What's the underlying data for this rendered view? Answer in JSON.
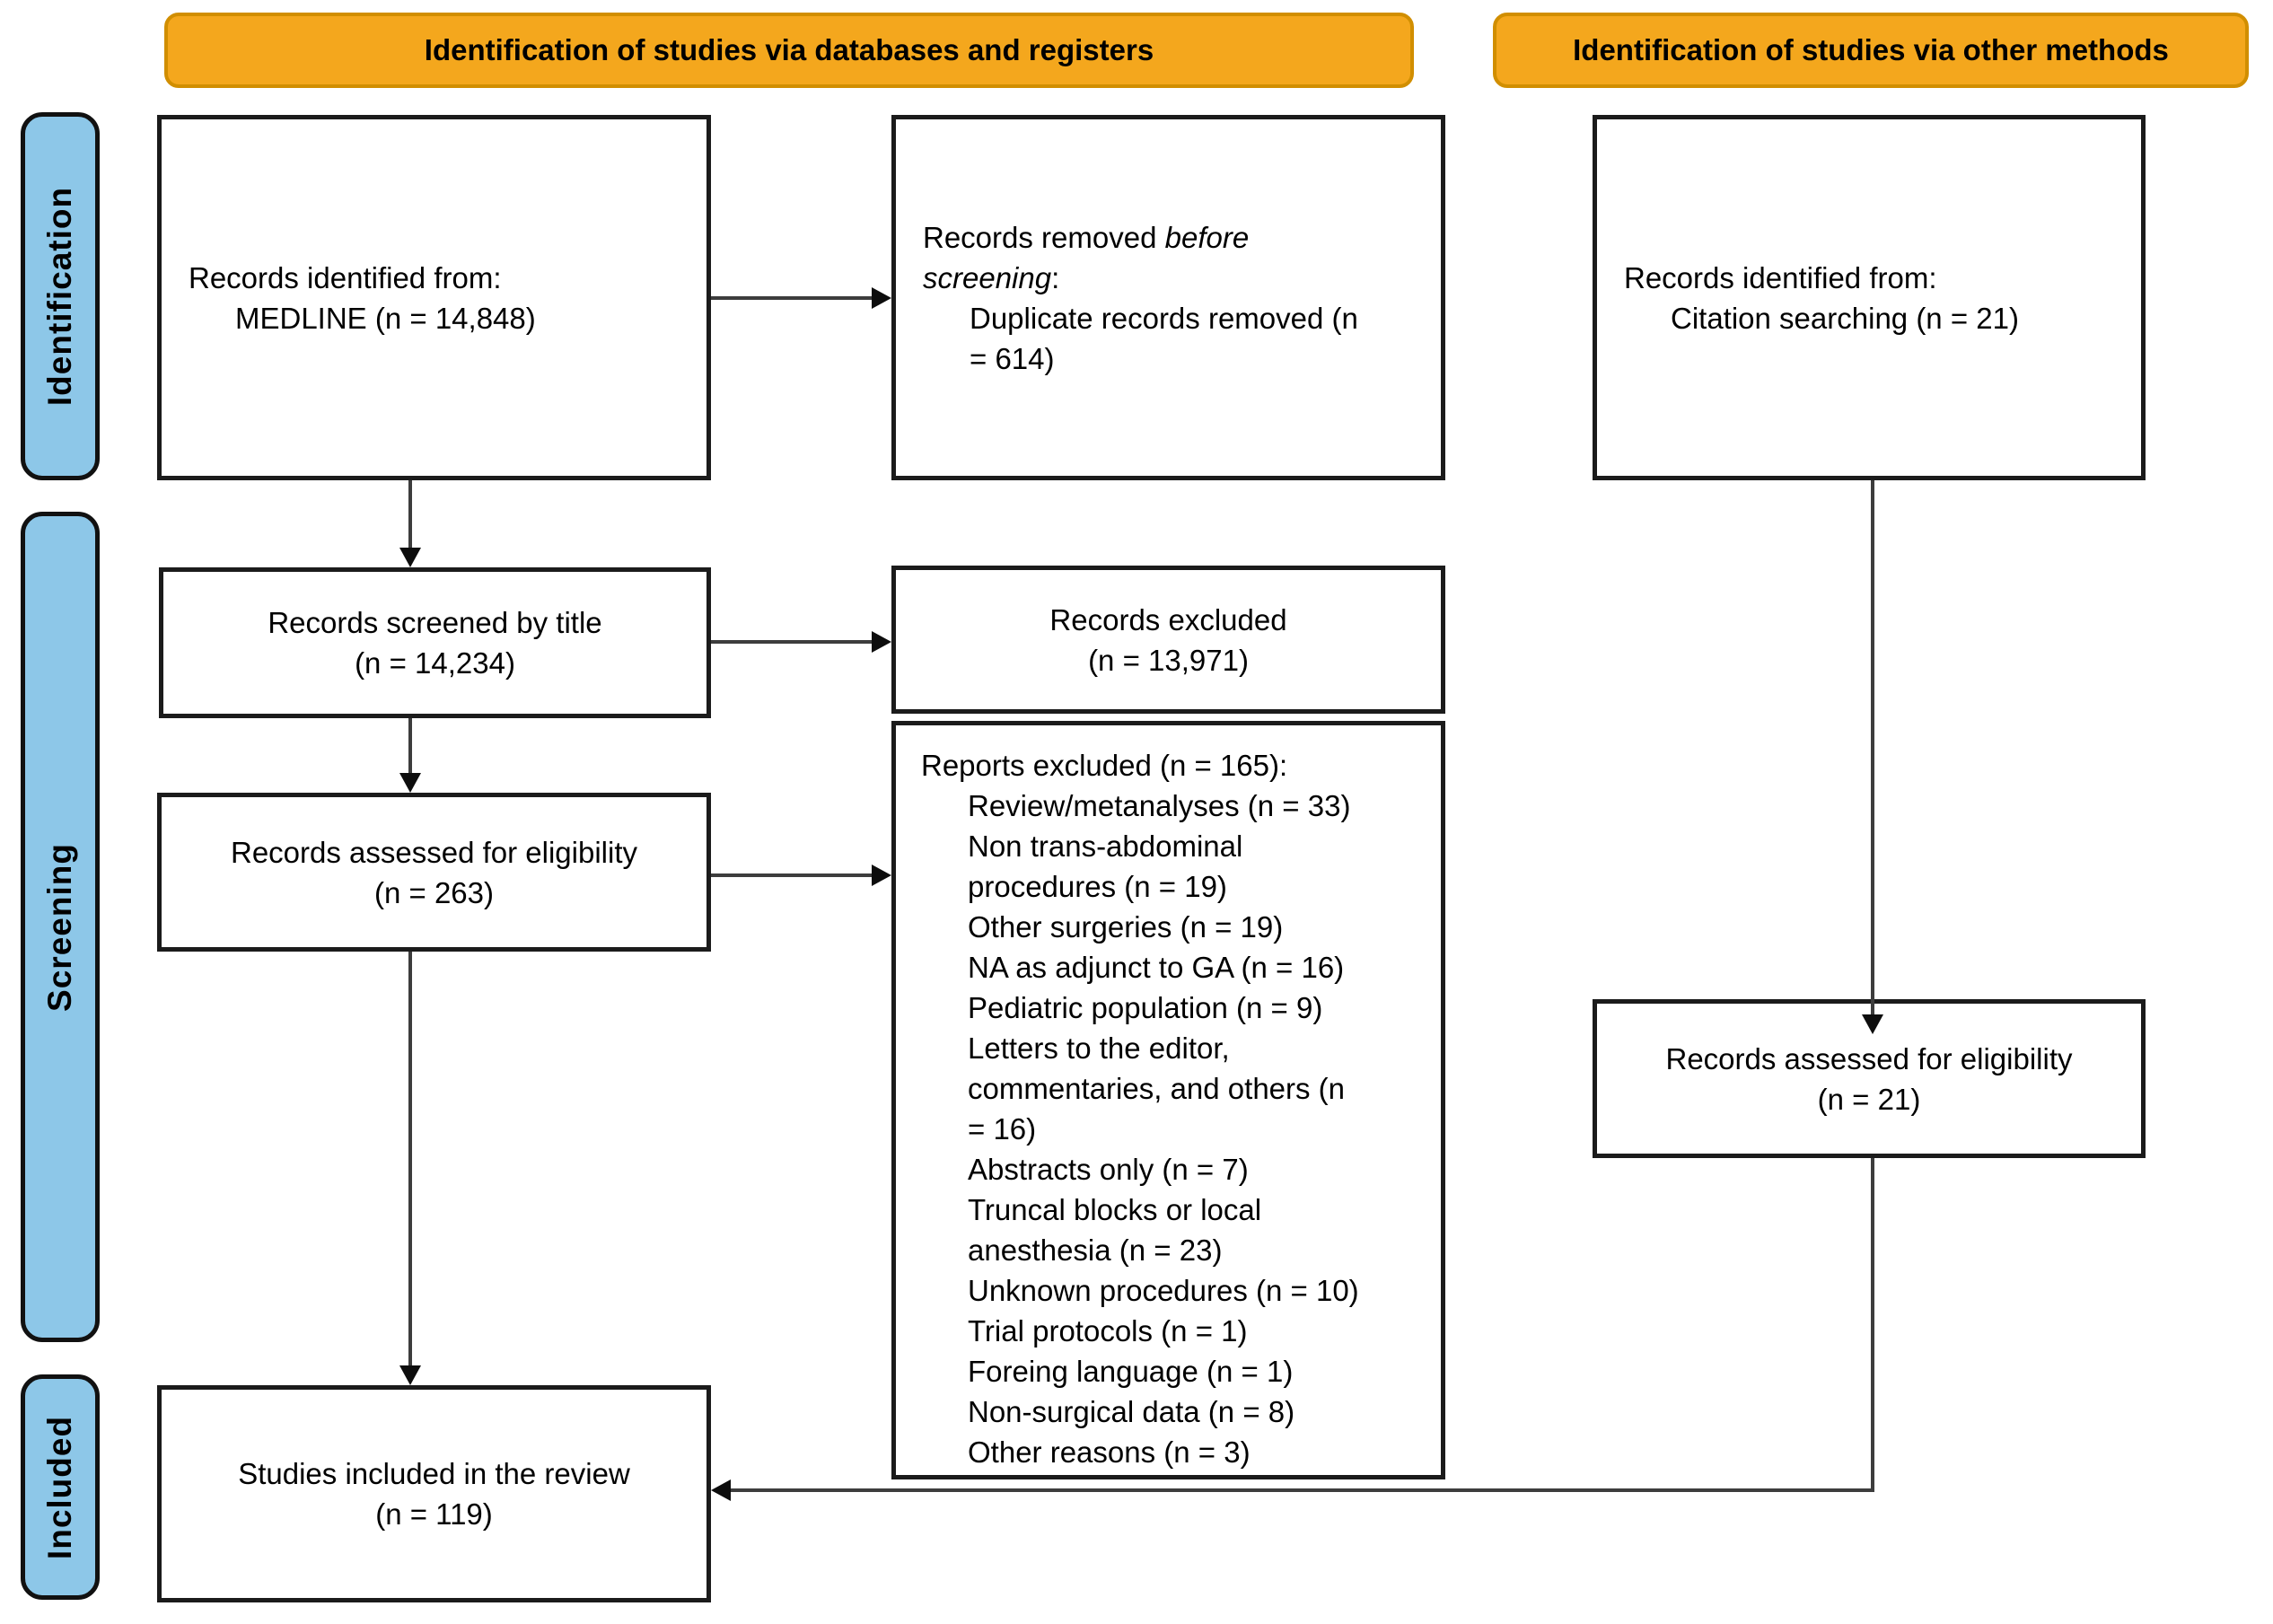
{
  "diagram": {
    "title": "PRISMA flow diagram",
    "colors": {
      "header_bg": "#F4A71D",
      "header_border": "#D18E00",
      "stage_bg": "#8DC7E8",
      "stage_border": "#111111",
      "box_border": "#1B1B1B",
      "line": "#3D3D3D",
      "arrow": "#0D0D0D"
    },
    "headers": {
      "databases": "Identification of studies via databases and registers",
      "other": "Identification of studies via other methods"
    },
    "stages": {
      "identification": "Identification",
      "screening": "Screening",
      "included": "Included"
    },
    "boxes": {
      "records_identified_db": {
        "lines": [
          {
            "text": "Records identified from:",
            "indent": 0
          },
          {
            "text": "MEDLINE (n = 14,848)",
            "indent": 1
          }
        ]
      },
      "records_removed": {
        "lines": [
          {
            "segments": [
              {
                "text": "Records removed ",
                "em": false
              },
              {
                "text": "before",
                "em": true
              }
            ],
            "indent": 0
          },
          {
            "segments": [
              {
                "text": "screening",
                "em": true
              },
              {
                "text": ":",
                "em": false
              }
            ],
            "indent": 0
          },
          {
            "text": "Duplicate records removed (n",
            "indent": 1
          },
          {
            "text": "= 614)",
            "indent": 1
          }
        ]
      },
      "records_screened": {
        "lines": [
          {
            "text": "Records screened by title",
            "indent": 0
          },
          {
            "text": "(n = 14,234)",
            "indent": 0
          }
        ]
      },
      "records_excluded": {
        "lines": [
          {
            "text": "Records excluded",
            "indent": 0
          },
          {
            "text": "(n = 13,971)",
            "indent": 0
          }
        ]
      },
      "reports_excluded": {
        "lines": [
          {
            "text": "Reports excluded (n = 165):",
            "indent": 0
          },
          {
            "text": "Review/metanalyses (n = 33)",
            "indent": 1
          },
          {
            "text": "Non trans-abdominal",
            "indent": 1
          },
          {
            "text": "procedures (n = 19)",
            "indent": 1
          },
          {
            "text": "Other surgeries (n = 19)",
            "indent": 1
          },
          {
            "text": "NA as adjunct to GA (n = 16)",
            "indent": 1
          },
          {
            "text": "Pediatric population (n = 9)",
            "indent": 1
          },
          {
            "text": "Letters to the editor,",
            "indent": 1
          },
          {
            "text": "commentaries, and others (n",
            "indent": 1
          },
          {
            "text": "= 16)",
            "indent": 1
          },
          {
            "text": "Abstracts only (n = 7)",
            "indent": 1
          },
          {
            "text": "Truncal blocks or local",
            "indent": 1
          },
          {
            "text": "anesthesia (n = 23)",
            "indent": 1
          },
          {
            "text": "Unknown procedures (n = 10)",
            "indent": 1
          },
          {
            "text": "Trial protocols (n = 1)",
            "indent": 1
          },
          {
            "text": "Foreing language (n = 1)",
            "indent": 1
          },
          {
            "text": "Non-surgical data (n = 8)",
            "indent": 1
          },
          {
            "text": "Other reasons (n = 3)",
            "indent": 1
          }
        ]
      },
      "records_assessed_db": {
        "lines": [
          {
            "text": "Records assessed for eligibility",
            "indent": 0
          },
          {
            "text": "(n = 263)",
            "indent": 0
          }
        ]
      },
      "records_identified_other": {
        "lines": [
          {
            "text": "Records identified from:",
            "indent": 0
          },
          {
            "text": "Citation searching (n = 21)",
            "indent": 1
          }
        ]
      },
      "records_assessed_other": {
        "lines": [
          {
            "text": "Records assessed for eligibility",
            "indent": 0
          },
          {
            "text": "(n = 21)",
            "indent": 0
          }
        ]
      },
      "studies_included": {
        "lines": [
          {
            "text": "Studies included in the review",
            "indent": 0
          },
          {
            "text": "(n = 119)",
            "indent": 0
          }
        ]
      }
    }
  }
}
